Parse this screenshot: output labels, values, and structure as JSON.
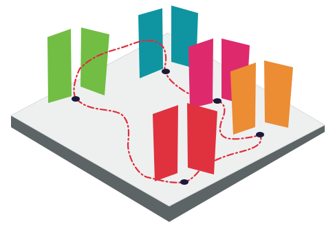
{
  "scene": {
    "colors": {
      "background": "#ffffff",
      "platform_top": "#eef0f0",
      "platform_top_stroke": "#d9dcdc",
      "platform_side": "#5c6466",
      "path": "#e02c3b",
      "marker": "#1c1a3a",
      "green": "#72bd43",
      "teal": "#0f95a1",
      "pink": "#de2a6d",
      "orange": "#ec8c33",
      "red": "#e0313f"
    },
    "panel_pairs": [
      {
        "name": "green-panels",
        "color_key": "green"
      },
      {
        "name": "teal-panels",
        "color_key": "teal"
      },
      {
        "name": "pink-panels",
        "color_key": "pink"
      },
      {
        "name": "orange-panels",
        "color_key": "orange"
      },
      {
        "name": "red-panels",
        "color_key": "red"
      }
    ],
    "marker_count": 5
  }
}
